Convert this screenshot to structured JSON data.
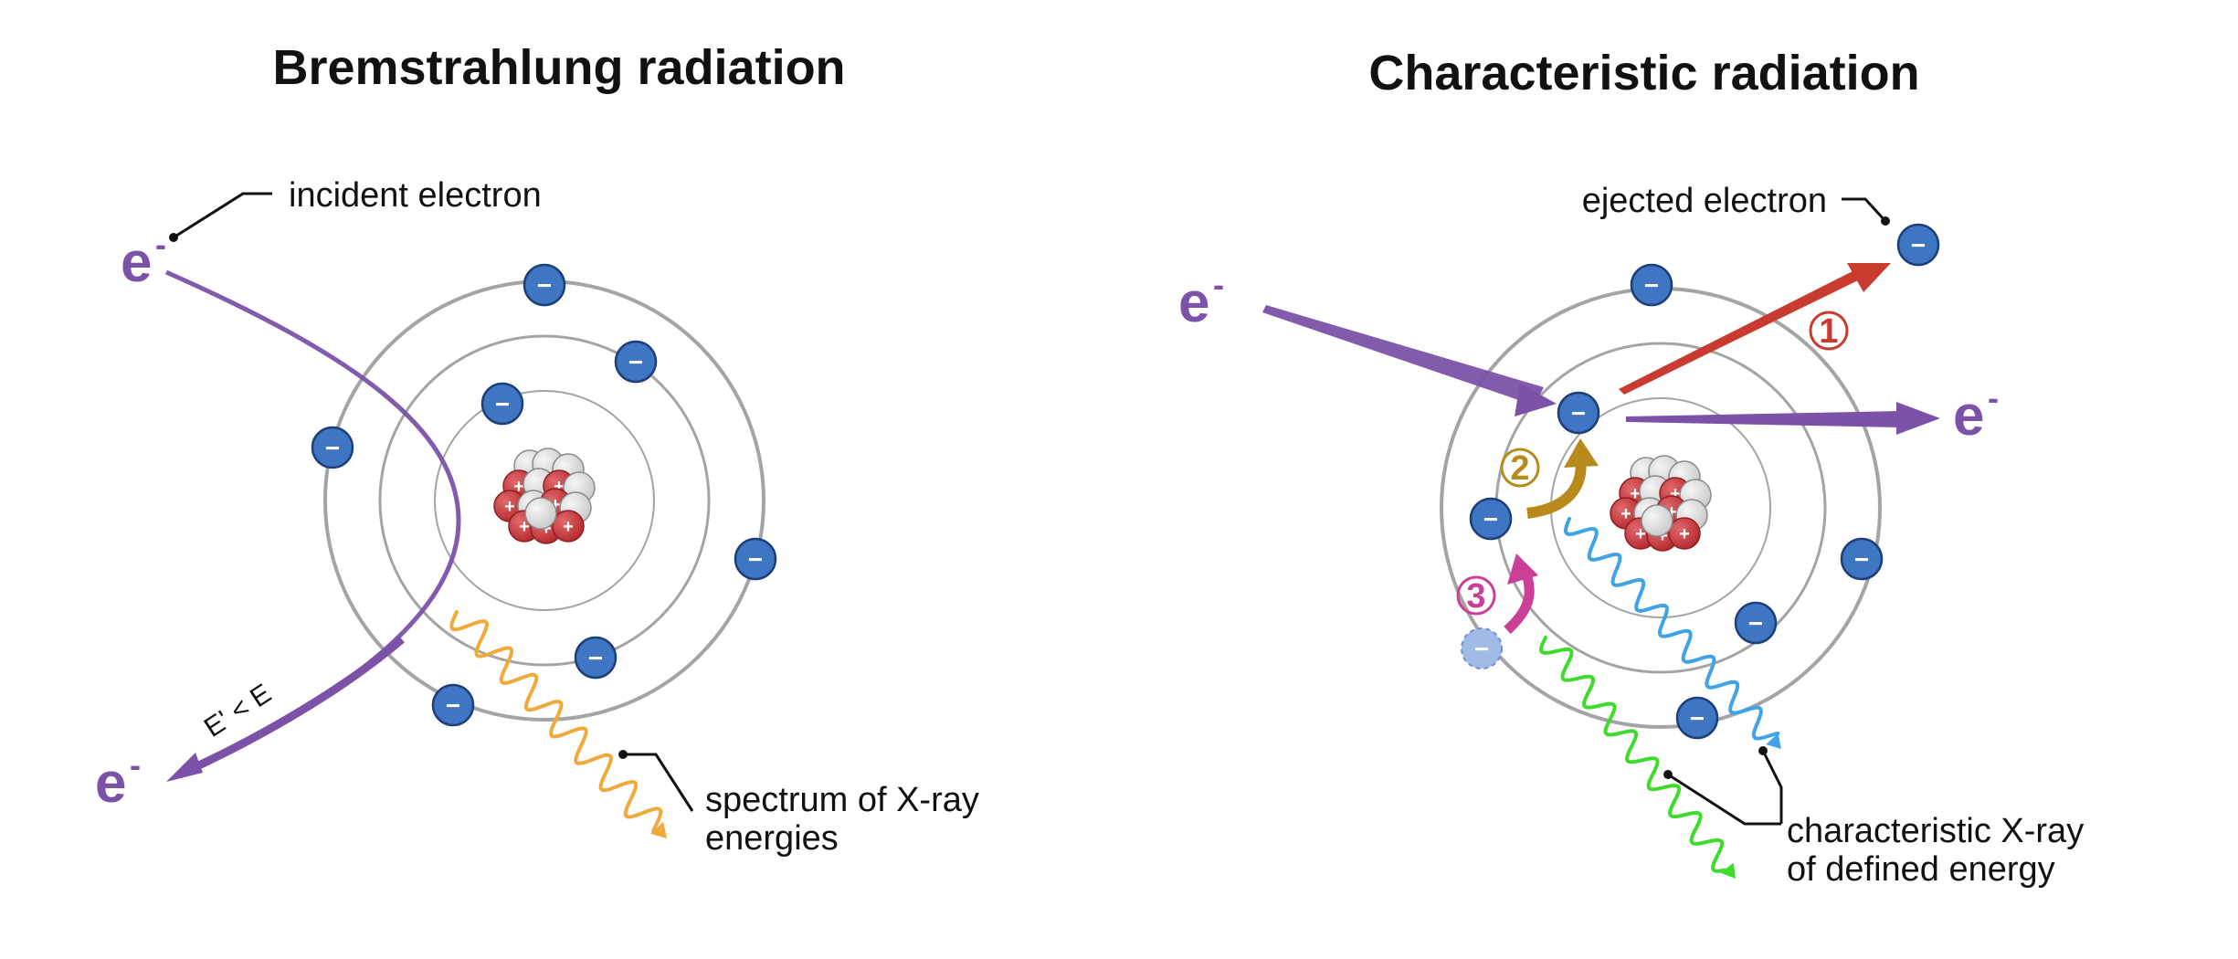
{
  "left": {
    "title": "Bremstrahlung radiation",
    "incident_label": "incident electron",
    "energy_label": "E' < E",
    "spectrum_label_line1": "spectrum of X-ray",
    "spectrum_label_line2": "energies",
    "electron_symbol": "e",
    "electron_sign": "-"
  },
  "right": {
    "title": "Characteristic radiation",
    "ejected_label": "ejected electron",
    "characteristic_label_line1": "characteristic X-ray",
    "characteristic_label_line2": "of defined energy",
    "electron_symbol": "e",
    "electron_sign": "-",
    "steps": [
      "1",
      "2",
      "3"
    ]
  },
  "symbols": {
    "electron_charge": "−",
    "proton_charge": "+"
  },
  "colors": {
    "electron_path": "#7b52a8",
    "electron_fill": "#3f76c4",
    "proton_fill": "#c8393d",
    "neutron_fill": "#dddddd",
    "orbit": "#a4a4a4",
    "bremsstrahlung_wave": "#f0a93b",
    "char_wave_1": "#3fa3e8",
    "char_wave_2": "#3ddc2c",
    "step1": "#c93a2f",
    "step2": "#b88a1c",
    "step3": "#cc3f97"
  }
}
